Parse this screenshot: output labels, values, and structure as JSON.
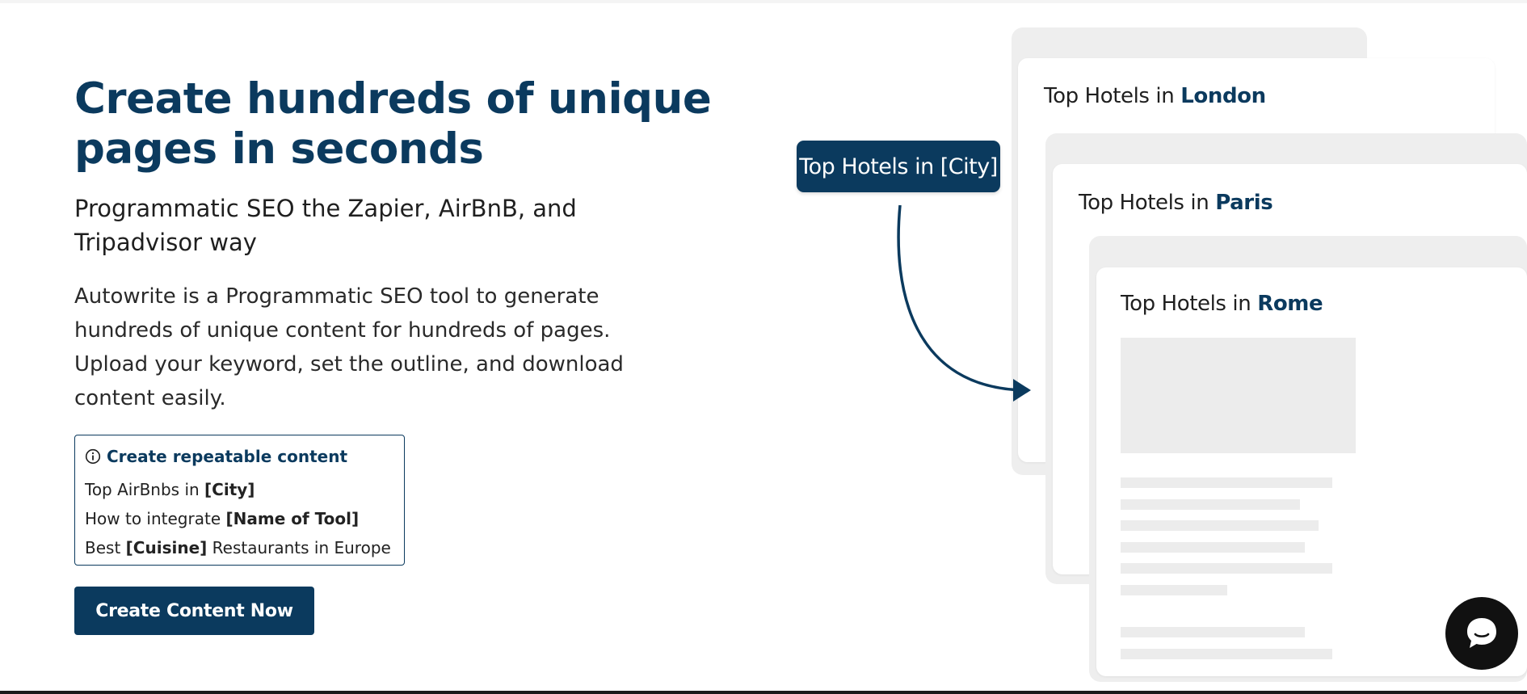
{
  "hero": {
    "title": "Create hundreds of unique pages in seconds",
    "subtitle": "Programmatic SEO the Zapier, AirBnB, and Tripadvisor way",
    "body": "Autowrite is a Programmatic SEO tool to generate hundreds of unique content for hundreds of pages. Upload your keyword, set the outline, and download content easily."
  },
  "examples": {
    "heading": "Create repeatable content",
    "icon": "info-circle-icon",
    "rows": [
      {
        "before": "Top AirBnbs in ",
        "token": "[City]",
        "after": ""
      },
      {
        "before": "How to integrate ",
        "token": "[Name of Tool]",
        "after": ""
      },
      {
        "before": "Best ",
        "token": "[Cuisine]",
        "after": " Restaurants in Europe"
      }
    ]
  },
  "cta": {
    "label": "Create Content Now"
  },
  "illustration": {
    "template_label": "Top Hotels in [City]",
    "cards": [
      {
        "prefix": "Top Hotels in ",
        "city": "London"
      },
      {
        "prefix": "Top Hotels in ",
        "city": "Paris"
      },
      {
        "prefix": "Top Hotels in ",
        "city": "Rome"
      }
    ]
  },
  "chat": {
    "icon": "chat-bubble-icon"
  },
  "colors": {
    "brand": "#0b3a5e",
    "text": "#1f1f1f",
    "placeholder": "#ececec",
    "chat": "#111111"
  }
}
